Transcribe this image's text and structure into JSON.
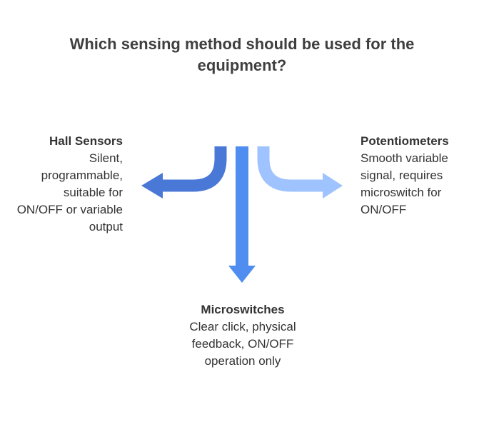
{
  "title": "Which sensing method should be used for the equipment?",
  "options": {
    "left": {
      "heading": "Hall Sensors",
      "description": "Silent, programmable, suitable for ON/OFF or variable output"
    },
    "right": {
      "heading": "Potentiometers",
      "description": "Smooth variable signal, requires microswitch for ON/OFF"
    },
    "bottom": {
      "heading": "Microswitches",
      "description": "Clear click, physical feedback, ON/OFF operation only"
    }
  },
  "colors": {
    "left_arrow": "#4a78d6",
    "center_arrow": "#4f8ef0",
    "right_arrow": "#9ec3ff",
    "text": "#333333"
  }
}
